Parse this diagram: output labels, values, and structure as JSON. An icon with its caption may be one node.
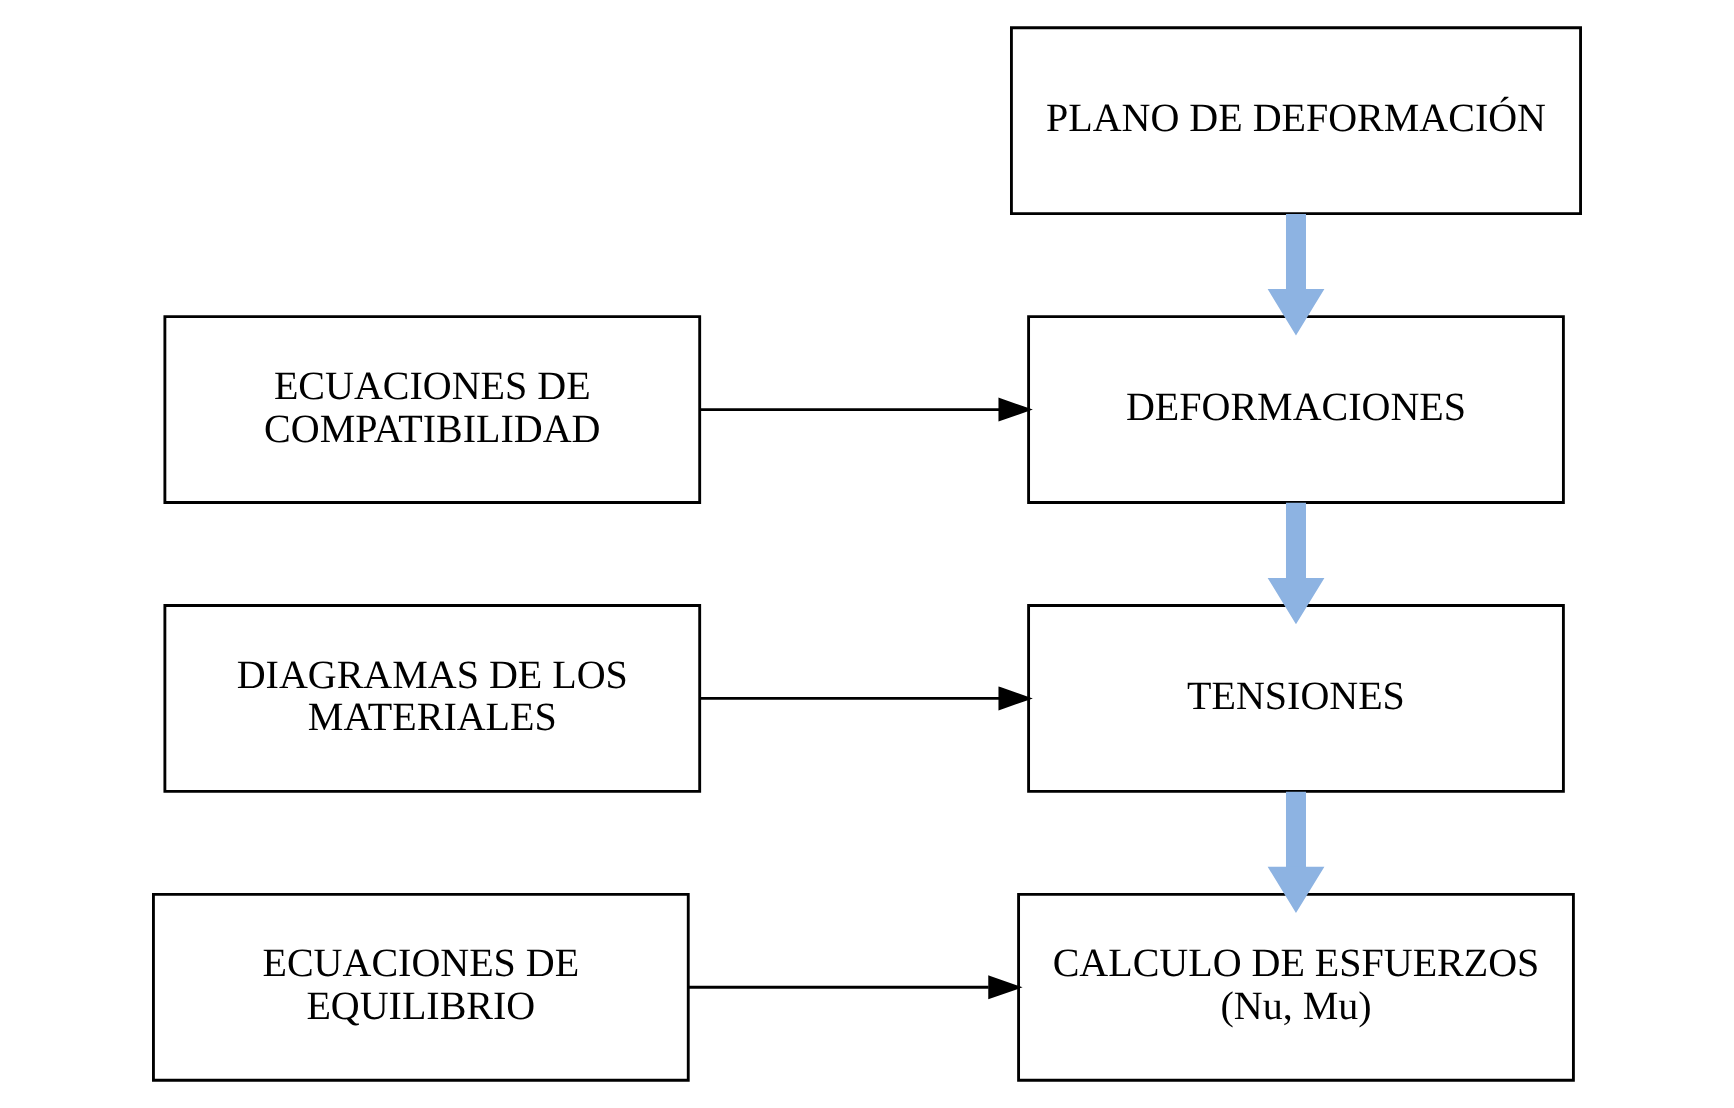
{
  "diagram": {
    "nodes": [
      {
        "text": [
          "PLANO DE DEFORMACIÓN"
        ]
      },
      {
        "text": [
          "DEFORMACIONES"
        ]
      },
      {
        "text": [
          "TENSIONES"
        ]
      },
      {
        "text": [
          "CALCULO DE ESFUERZOS (Nu, Mu)"
        ]
      },
      {
        "text": [
          "ECUACIONES DE COMPATIBILIDAD"
        ]
      },
      {
        "text": [
          "DIAGRAMAS DE LOS MATERIALES"
        ]
      },
      {
        "text": [
          "ECUACIONES DE EQUILIBRIO"
        ]
      }
    ],
    "edges": [
      {
        "from": 0,
        "to": 1,
        "arrow": "to",
        "style": "thick",
        "color": "#8db3e2"
      },
      {
        "from": 1,
        "to": 2,
        "arrow": "to",
        "style": "thick",
        "color": "#8db3e2"
      },
      {
        "from": 2,
        "to": 3,
        "arrow": "to",
        "style": "thick",
        "color": "#8db3e2"
      },
      {
        "from": 4,
        "to": 1,
        "arrow": "to",
        "color": "#000000"
      },
      {
        "from": 5,
        "to": 2,
        "arrow": "to",
        "color": "#000000"
      },
      {
        "from": 6,
        "to": 3,
        "arrow": "to",
        "color": "#000000"
      }
    ]
  }
}
